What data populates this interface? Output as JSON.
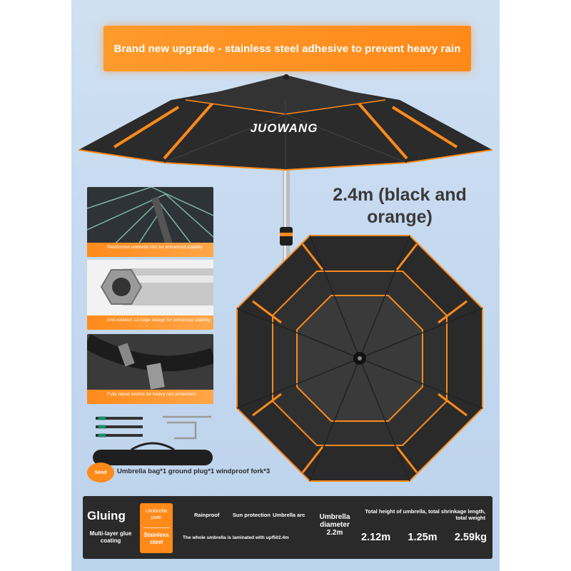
{
  "banner": {
    "text": "Brand new upgrade - stainless steel adhesive to prevent heavy rain"
  },
  "product": {
    "brand_logo_text": "JUOWANG",
    "size_label": "2.4m (black and orange)"
  },
  "features": [
    {
      "caption": "Reinforced umbrella ribs for enhanced stability"
    },
    {
      "caption": "Anti-rotation 12-edge design for enhanced stability"
    },
    {
      "caption": "Fully taped seams for heavy rain protection"
    }
  ],
  "accessories": {
    "badge": "Send",
    "text": "Umbrella bag*1 ground plug*1 windproof fork*3"
  },
  "specs": {
    "gluing_title": "Gluing",
    "gluing_desc": "Multi-layer glue coating",
    "pole_label": "Umbrella pole",
    "pole_value": "Stainless steel",
    "rainproof": "Rainproof",
    "sun_protection": "Sun protection",
    "umbrella_arc": "Umbrella arc",
    "laminated": "The whole umbrella is laminated with upf502.4m",
    "diameter_label": "Umbrella diameter",
    "diameter_value": "2.2m",
    "height_labels": "Total height of umbrella, total shrinkage length, total weight",
    "height_values": [
      "2.12m",
      "1.25m",
      "2.59kg"
    ]
  },
  "colors": {
    "accent": "#ff8a1a",
    "canopy": "#2e2e2e",
    "background": "#c8dbef"
  }
}
